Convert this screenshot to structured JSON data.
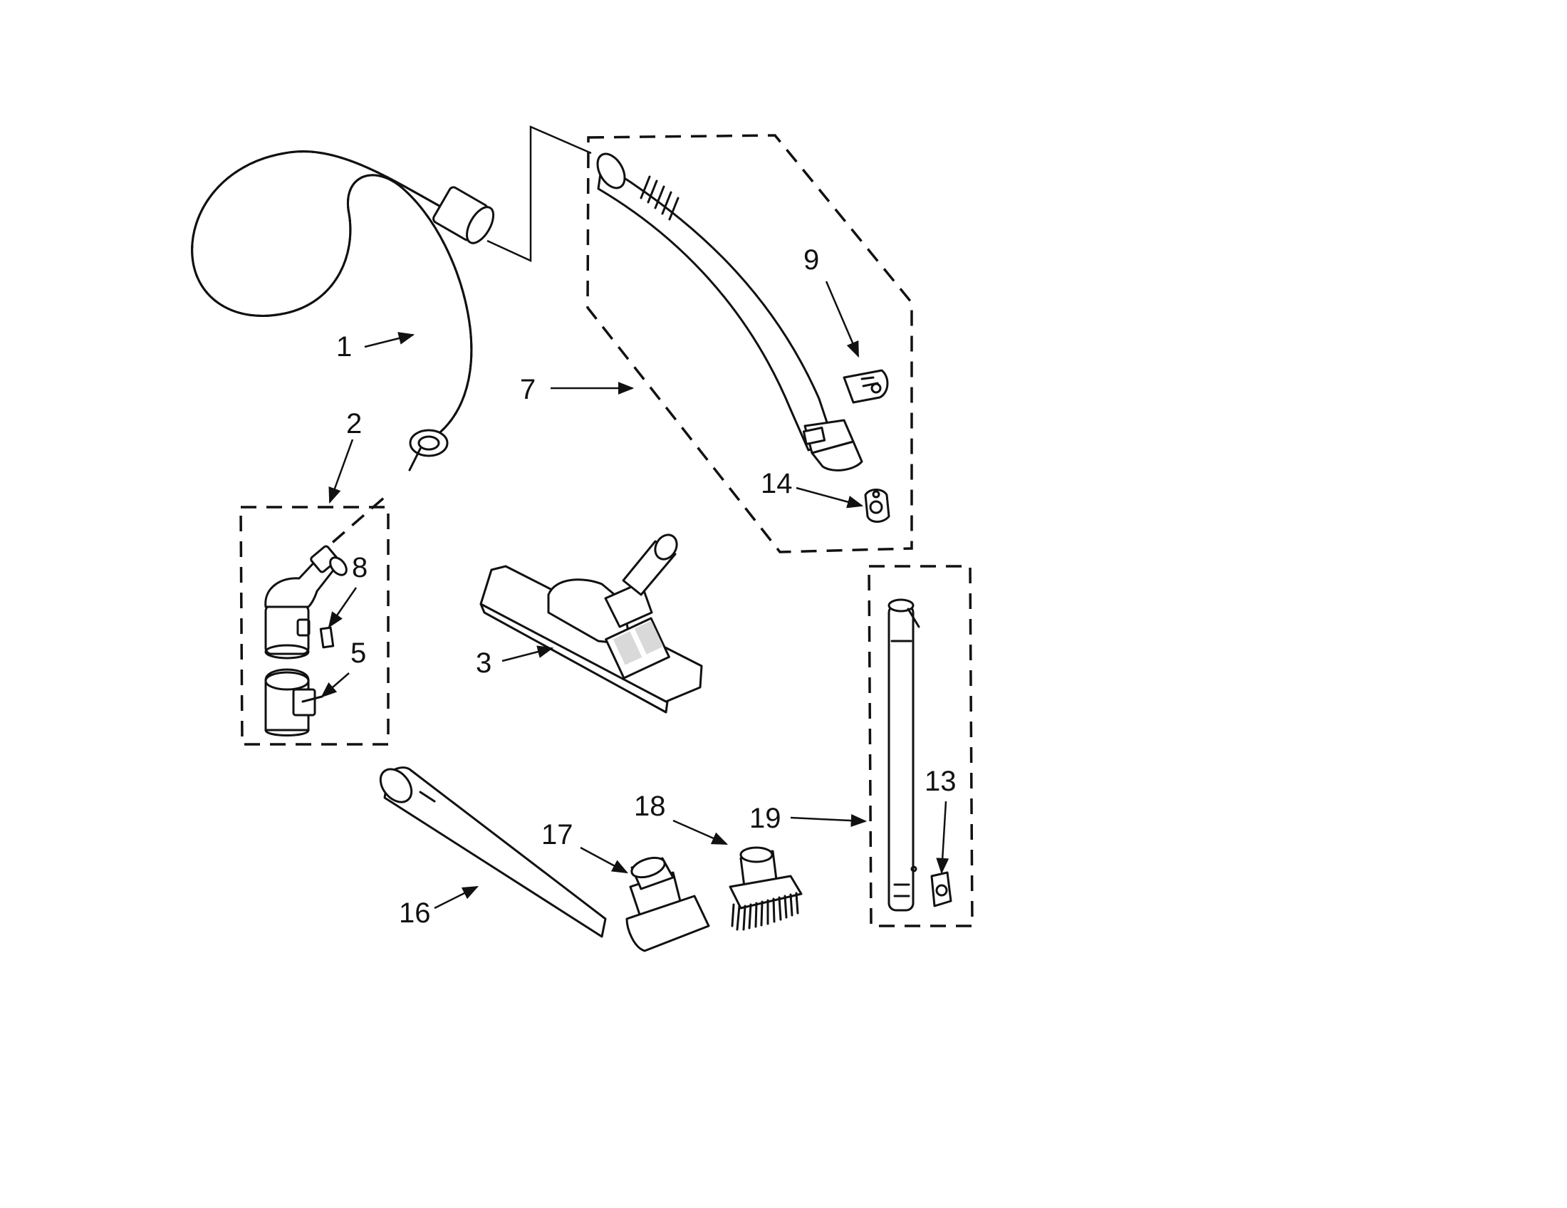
{
  "parts": [
    {
      "id": "hose",
      "callout": "1"
    },
    {
      "id": "swivel-assembly",
      "callout": "2"
    },
    {
      "id": "floor-tool",
      "callout": "3"
    },
    {
      "id": "swivel-lower",
      "callout": "5"
    },
    {
      "id": "handle-assembly",
      "callout": "7"
    },
    {
      "id": "swivel-label",
      "callout": "8"
    },
    {
      "id": "handle-clip",
      "callout": "9"
    },
    {
      "id": "wand-clip",
      "callout": "13"
    },
    {
      "id": "handle-latch",
      "callout": "14"
    },
    {
      "id": "crevice-tool",
      "callout": "16"
    },
    {
      "id": "upholstery-tool",
      "callout": "17"
    },
    {
      "id": "dusting-brush",
      "callout": "18"
    },
    {
      "id": "wand-assembly",
      "callout": "19"
    }
  ],
  "labels": {
    "c1": "1",
    "c2": "2",
    "c3": "3",
    "c5": "5",
    "c7": "7",
    "c8": "8",
    "c9": "9",
    "c13": "13",
    "c14": "14",
    "c16": "16",
    "c17": "17",
    "c18": "18",
    "c19": "19"
  }
}
